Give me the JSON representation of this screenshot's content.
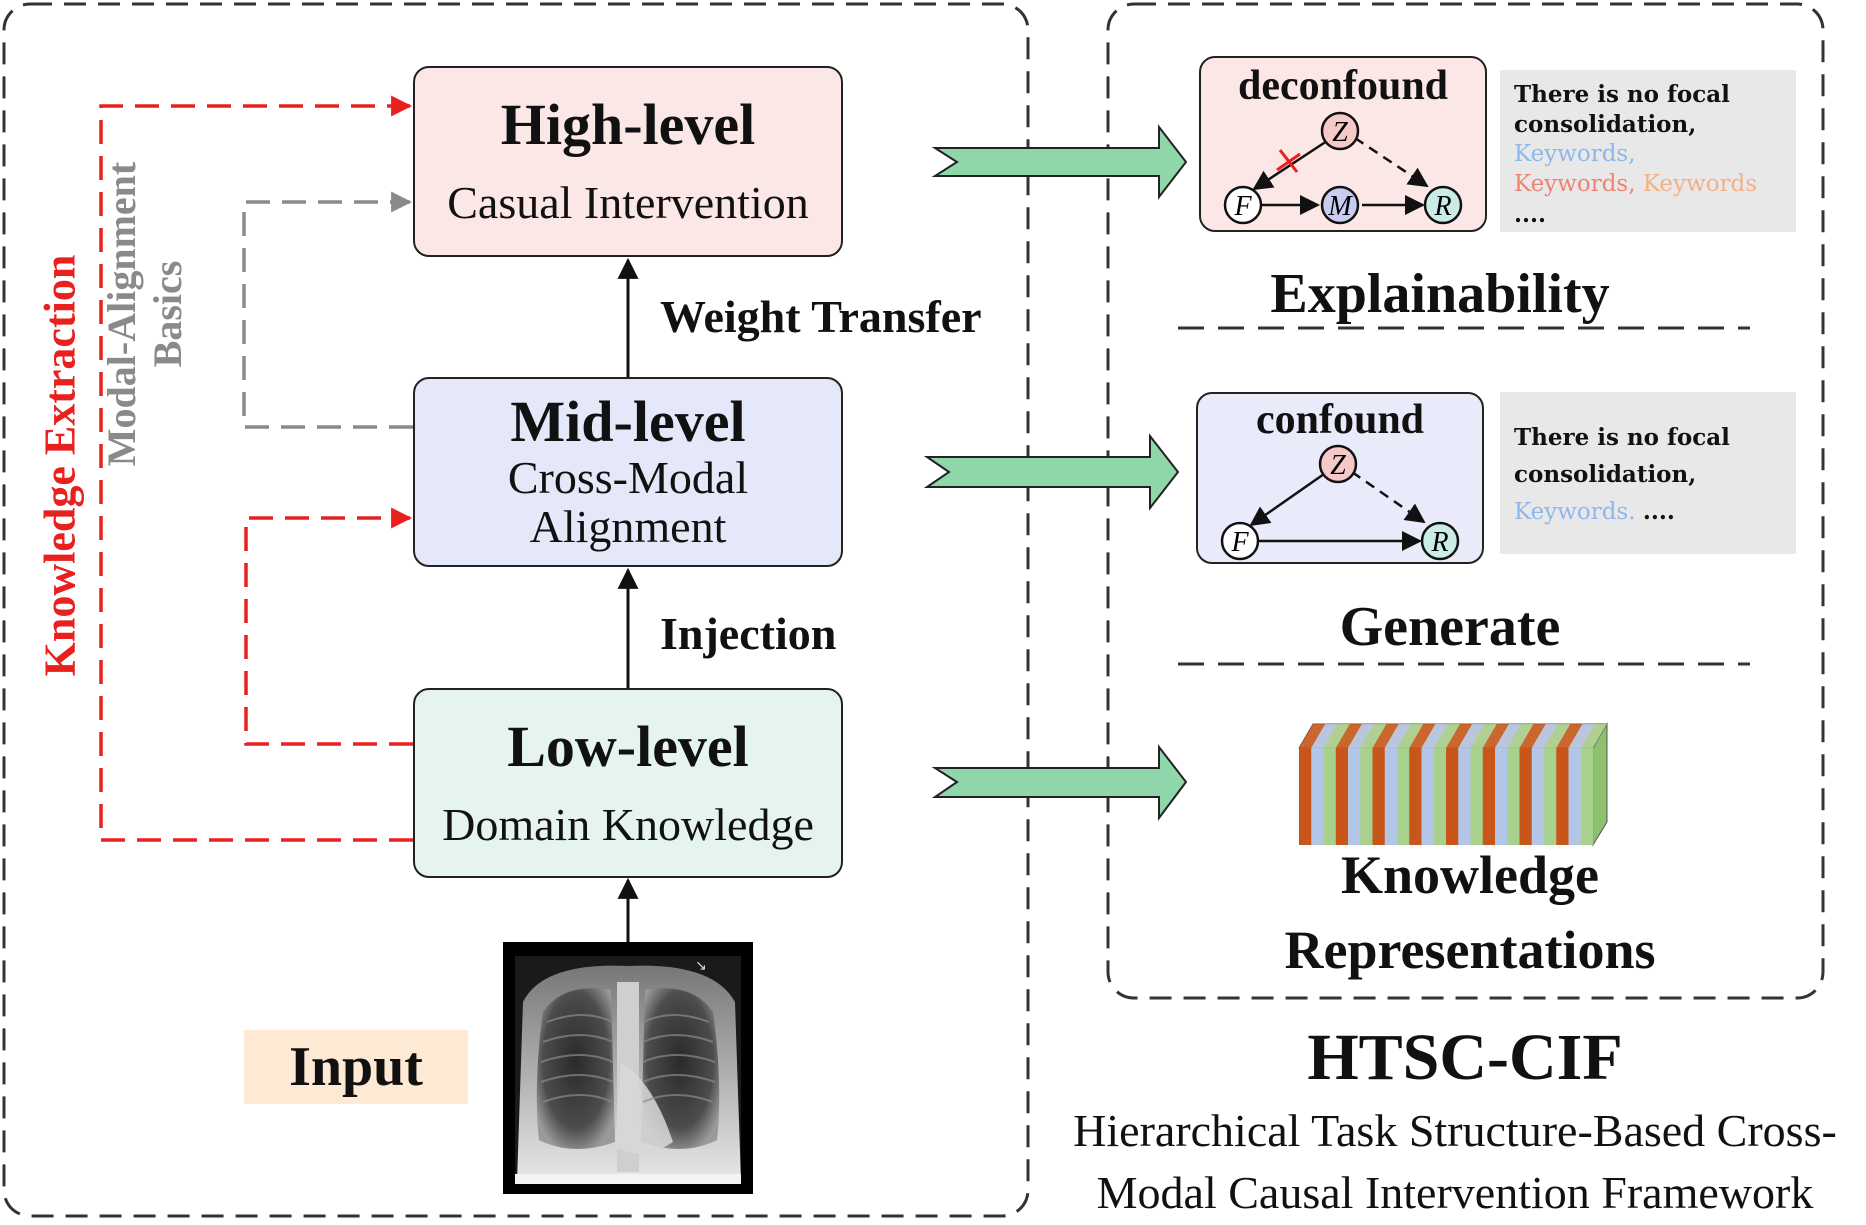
{
  "levels": {
    "high": {
      "title": "High-level",
      "subtitle": "Casual Intervention"
    },
    "mid": {
      "title": "Mid-level",
      "line1": "Cross-Modal",
      "line2": "Alignment"
    },
    "low": {
      "title": "Low-level",
      "subtitle": "Domain Knowledge"
    }
  },
  "connectors": {
    "weight_transfer": "Weight Transfer",
    "injection": "Injection"
  },
  "side_labels": {
    "knowledge_extraction": "Knowledge Extraction",
    "modal_alignment_line1": "Modal-Alignment",
    "modal_alignment_line2": "Basics"
  },
  "input": {
    "label": "Input"
  },
  "causal_graphs": {
    "deconfound": {
      "title": "deconfound",
      "nodes": [
        "Z",
        "F",
        "M",
        "R"
      ]
    },
    "confound": {
      "title": "confound",
      "nodes": [
        "Z",
        "F",
        "R"
      ]
    }
  },
  "notes": {
    "explain": {
      "line1": "There is no focal",
      "line2": "consolidation,",
      "kw1": "Keywords,",
      "kw2": "Keywords,",
      "kw3": "Keywords",
      "ellipsis": "...."
    },
    "generate": {
      "line1": "There is no focal",
      "line2": "consolidation,",
      "kw1": "Keywords.",
      "ellipsis": "...."
    }
  },
  "sections": {
    "explainability": "Explainability",
    "generate": "Generate",
    "knowledge_line1": "Knowledge",
    "knowledge_line2": "Representations"
  },
  "framework": {
    "acronym": "HTSC-CIF",
    "full_name_line1": "Hierarchical Task Structure-Based Cross-",
    "full_name_line2": "Modal Causal Intervention Framework"
  },
  "colors": {
    "high_box": "#fbe7e6",
    "mid_box": "#e4e8f8",
    "low_box": "#e5f4f1",
    "knowledge_extraction": "#e8201e",
    "modal_alignment": "#8a8a8a",
    "big_arrow": "#8fd7ab",
    "input_bg": "#fde9d4",
    "node_z": "#f6c9c9",
    "node_m": "#c7ccf0",
    "node_r": "#c9ede6",
    "stripe_orange": "#c8561a",
    "stripe_blue": "#b4c6e7",
    "stripe_green": "#a9d18e"
  }
}
